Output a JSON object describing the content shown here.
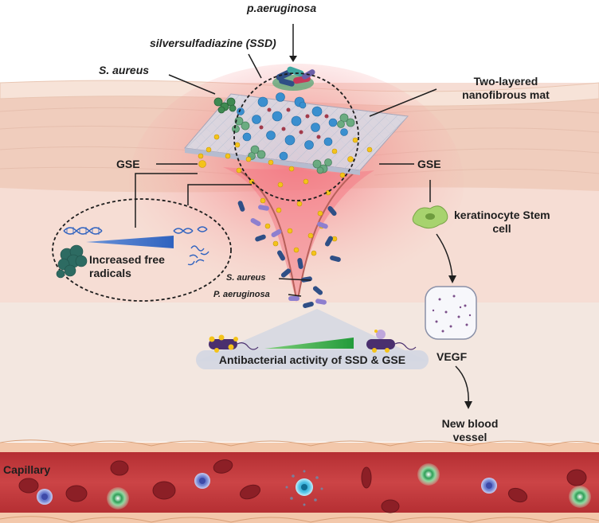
{
  "labels": {
    "pathogen_top": "p.aeruginosa",
    "ssd": "silversulfadiazine (SSD)",
    "s_aureus_top": "S. aureus",
    "mat_line1": "Two-layered",
    "mat_line2": "nanofibrous mat",
    "gse_left": "GSE",
    "gse_right": "GSE",
    "stem_line1": "keratinocyte Stem",
    "stem_line2": "cell",
    "radicals_line1": "Increased free",
    "radicals_line2": "radicals",
    "s_aureus_wound": "S. aureus",
    "p_aeruginosa_wound": "P. aeruginosa",
    "antibacterial": "Antibacterial activity of SSD & GSE",
    "vegf": "VEGF",
    "vessel_line1": "New blood",
    "vessel_line2": "vessel",
    "capillary": "Capillary"
  },
  "colors": {
    "epidermis": "#f3d2c3",
    "dermis": "#f4dbd2",
    "hypodermis": "#f2e6df",
    "wound_glow": "#f06a78",
    "blood": "#c2393b",
    "vessel_wall": "#f3c7a8",
    "nanofiber_mat": "#d8dce8",
    "bacteria_blue": "#2f4f86",
    "bacteria_purple": "#6b5fa8",
    "silver_particle": "#3a8fcf",
    "gse_particle": "#f4c31a",
    "gradient_blue": "#3d71c7",
    "gradient_green": "#38a84a"
  },
  "icons": [
    "dna-icon",
    "fragmented-dna-icon",
    "radical-cluster-icon",
    "keratinocyte-stem-cell-icon",
    "vegf-vesicle-icon",
    "bacterium-icon",
    "red-blood-cell-icon",
    "white-blood-cell-icon"
  ]
}
